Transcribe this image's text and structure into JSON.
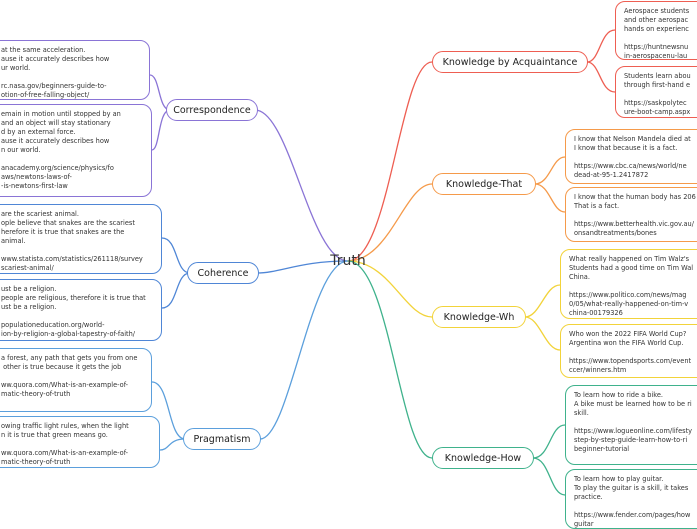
{
  "central_topic": "Truth",
  "colors": {
    "correspondence": "#8a74d6",
    "coherence": "#4f86d6",
    "pragmatism": "#5b9fdc",
    "acquaintance": "#ee5e52",
    "knowledge_that": "#f59a4a",
    "knowledge_wh": "#f2d33a",
    "knowledge_how": "#3fb28c"
  },
  "topics": {
    "correspondence": "Correspondence",
    "coherence": "Coherence",
    "pragmatism": "Pragmatism",
    "acquaintance": "Knowledge by Acquaintance",
    "knowledge_that": "Knowledge-That",
    "knowledge_wh": "Knowledge-Wh",
    "knowledge_how": "Knowledge-How"
  },
  "notes": {
    "corr1": "at the same acceleration.\nause it accurately describes how\nur world.\n\nrc.nasa.gov/beginners-guide-to-\notion-of-free-falling-object/",
    "corr2": "emain in motion until stopped by an\nand an object will stay stationary\nd by an external force.\nause it accurately describes how\nn our world.\n\nanacademy.org/science/physics/fo\naws/newtons-laws-of-\n-is-newtons-first-law",
    "coh1": "are the scariest animal.\nople believe that snakes are the scariest\nherefore it is true that snakes are the\nanimal.\n\nwww.statista.com/statistics/261118/survey\nscariest-animal/",
    "coh2": "ust be a religion.\npeople are religious, therefore it is true that\nust be a religion.\n\npopulationeducation.org/world-\nion-by-religion-a-global-tapestry-of-faith/",
    "prag1": "a forest, any path that gets you from one\n other is true because it gets the job\n\nww.quora.com/What-is-an-example-of-\nmatic-theory-of-truth",
    "prag2": "owing traffic light rules, when the light\nn it is true that green means go.\n\nww.quora.com/What-is-an-example-of-\nmatic-theory-of-truth",
    "acq1": "Aerospace students\nand other aerospac\nhands on experienc\n\nhttps://huntnewsnu\nin-aerospacenu-lau",
    "acq2": "Students learn abou\nthrough first-hand e\n\nhttps://saskpolytec\nure-boot-camp.aspx",
    "that1": "I know that Nelson Mandela died at\nI know that because it is a fact.\n\nhttps://www.cbc.ca/news/world/ne\ndead-at-95-1.2417872",
    "that2": "I know that the human body has 206\nThat is a fact.\n\nhttps://www.betterhealth.vic.gov.au/\nonsandtreatments/bones",
    "wh1": "What really happened on Tim Walz's\nStudents had a good time on Tim Wal\nChina.\n\nhttps://www.politico.com/news/mag\n0/05/what-really-happened-on-tim-v\nchina-00179326",
    "wh2": "Who won the 2022 FIFA World Cup?\nArgentina won the FIFA World Cup.\n\nhttps://www.topendsports.com/event\nccer/winners.htm",
    "how1": "To learn how to ride a bike.\nA bike must be learned how to be ri\nskill.\n\nhttps://www.logueonline.com/lifesty\nstep-by-step-guide-learn-how-to-ri\nbeginner-tutorial",
    "how2": "To learn how to play guitar.\nTo play the guitar is a skill, it takes \npractice.\n\nhttps://www.fender.com/pages/how\nguitar"
  }
}
